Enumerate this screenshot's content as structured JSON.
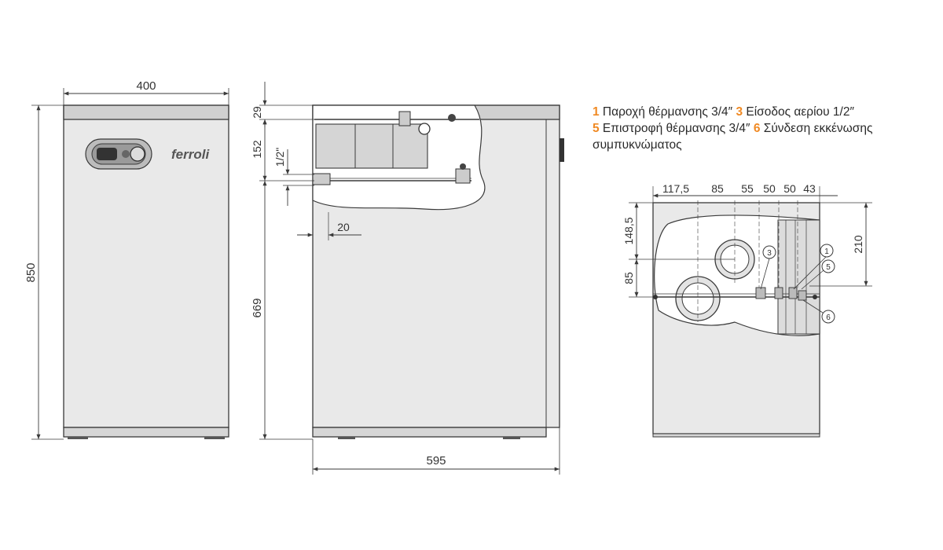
{
  "front_view": {
    "width_label": "400",
    "height_label": "850",
    "logo_text": "ferroli"
  },
  "side_view": {
    "dim_29": "29",
    "dim_152": "152",
    "dim_half_inch": "1/2\"",
    "dim_669": "669",
    "dim_20": "20",
    "depth_label": "595"
  },
  "top_view": {
    "top_dims": [
      "117,5",
      "85",
      "55",
      "50",
      "50",
      "43"
    ],
    "dim_148_5": "148,5",
    "dim_85": "85",
    "dim_210": "210",
    "callouts": [
      "1",
      "3",
      "5",
      "6"
    ]
  },
  "legend": {
    "line1": [
      {
        "num": "1",
        "text": " Παροχή θέρμανσης 3/4″ "
      },
      {
        "num": "3",
        "text": " Είσοδος αερίου 1/2″"
      }
    ],
    "line2": [
      {
        "num": "5",
        "text": " Επιστροφή θέρμανσης 3/4″ "
      },
      {
        "num": "6",
        "text": " Σύνδεση εκκένωσης συμπυκνώματος"
      }
    ]
  },
  "colors": {
    "accent": "#f08a24",
    "line": "#3a3a3a",
    "body_fill": "#e9e9e9",
    "top_fill": "#d0d0d0"
  }
}
